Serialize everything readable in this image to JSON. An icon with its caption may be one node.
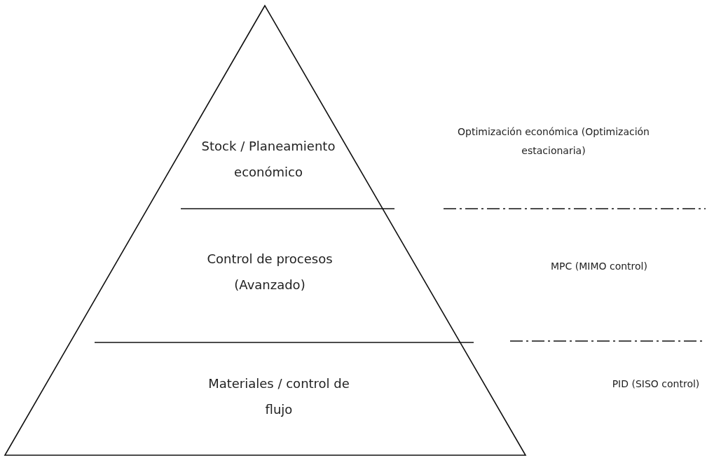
{
  "diagram": {
    "nodes": [
      {
        "text": [
          "Stock / Planeamiento económico"
        ]
      },
      {
        "text": [
          "Control de procesos (Avanzado)"
        ]
      },
      {
        "text": [
          "Materiales / control de flujo"
        ]
      }
    ],
    "labels": [
      "Optimización económica (Optimización estacionaria)",
      "MPC (MIMO control)",
      "PID (SISO control)"
    ]
  }
}
